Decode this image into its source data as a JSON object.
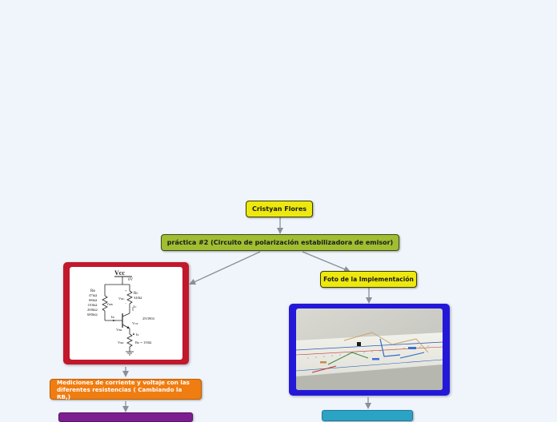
{
  "mindmap": {
    "root": {
      "label": "Cristyan Flores"
    },
    "practice": {
      "label": "práctica #2 (Circuito de polarización estabilizadora de emisor)"
    },
    "photo_topic": {
      "label": "Foto de la Implementación"
    },
    "measurements": {
      "label": "Mediciones de corriente y voltaje con las diferentes resistencias  ( Cambiando la RB,)"
    }
  },
  "schematic": {
    "vcc_title": "Vcc",
    "supply": "6V",
    "rb_label": "Rʙ",
    "rb_values": [
      "47kΩ",
      "68kΩ",
      "110kΩ",
      "200kΩ",
      "680kΩ"
    ],
    "vrb": "Vʀʙ",
    "rc_label": "Rc",
    "rc_value": "340Ω",
    "vrc": "Vʀᴄ",
    "ic": "Ic",
    "ib": "Iʙ",
    "vce": "Vᴄᴇ",
    "transistor": "2N3904",
    "vbe": "Vʙᴇ",
    "ie": "Iᴇ",
    "vre": "Vʀᴇ",
    "re": "Rᴇ = 150Ω",
    "plus": "+",
    "minus": "-"
  },
  "colors": {
    "background": "#f0f4fb",
    "connector": "#8a8f9a",
    "yellow": "#ede80e",
    "green": "#9fbe32",
    "orange": "#f07d11",
    "red_frame": "#c2182c",
    "blue_frame": "#2418d8",
    "purple": "#7d1e90",
    "teal": "#2aa3c4"
  }
}
